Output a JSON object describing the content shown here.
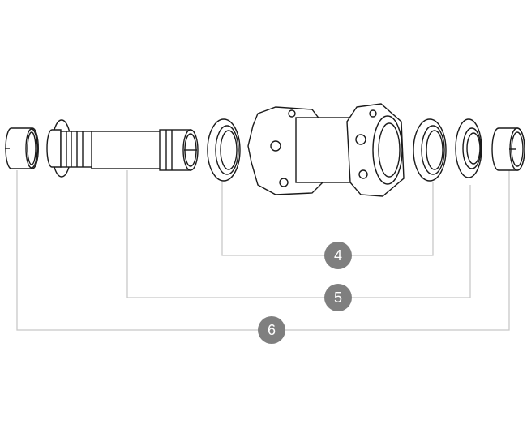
{
  "diagram": {
    "type": "exploded-view",
    "subject": "bicycle hub assembly",
    "parts": [
      {
        "id": "end-cap-left",
        "desc": "left end cap"
      },
      {
        "id": "axle",
        "desc": "axle with flange"
      },
      {
        "id": "bearing-left",
        "desc": "left bearing"
      },
      {
        "id": "hub-body",
        "desc": "hub shell with ratchet ends"
      },
      {
        "id": "bearing-right",
        "desc": "right bearing"
      },
      {
        "id": "lock-ring",
        "desc": "lock ring"
      },
      {
        "id": "end-cap-right",
        "desc": "right end cap"
      }
    ],
    "callouts": [
      {
        "label": "4",
        "groups": [
          "bearing-left",
          "bearing-right"
        ]
      },
      {
        "label": "5",
        "groups": [
          "axle",
          "lock-ring"
        ]
      },
      {
        "label": "6",
        "groups": [
          "end-cap-left",
          "end-cap-right"
        ]
      }
    ],
    "colors": {
      "badge": "#7f7f7f",
      "leader": "#c8c8c8",
      "outline": "#1a1a1a"
    }
  }
}
